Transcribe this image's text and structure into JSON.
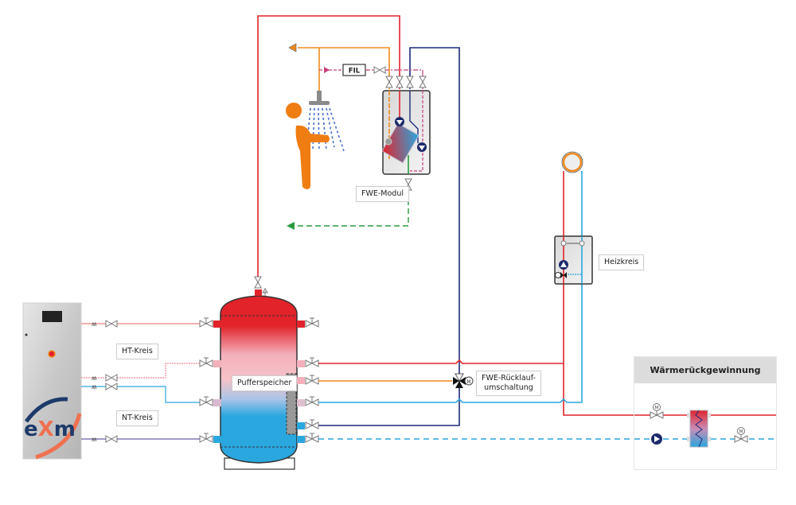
{
  "labels": {
    "ht_kreis": "HT-Kreis",
    "nt_kreis": "NT-Kreis",
    "pufferspeicher": "Pufferspeicher",
    "fwe_modul": "FWE-Modul",
    "heizkreis": "Heizkreis",
    "fwe_ruecklauf_line1": "FWE-Rücklauf-",
    "fwe_ruecklauf_line2": "umschaltung",
    "waermerueckgewinnung": "Wärmerückgewinnung",
    "filter": "FIL",
    "motor": "M"
  },
  "logo": {
    "text_e": "e",
    "text_x": "X",
    "text_m": "m"
  },
  "colors": {
    "hot": "#e2232a",
    "hot_light": "#f08a9a",
    "cold": "#2aa7df",
    "return_dark": "#1d2a7a",
    "dhw": "#f08a1e",
    "circulation": "#c8407e",
    "cold_water": "#2b9a3e",
    "pump": "#1d2a6a",
    "person": "#ef7d12",
    "header_gray": "#dcdcdc"
  }
}
